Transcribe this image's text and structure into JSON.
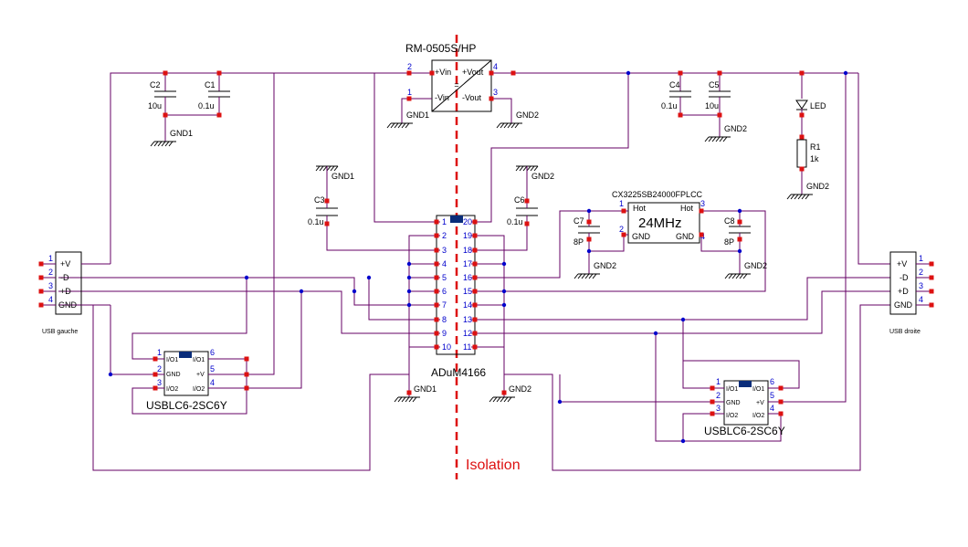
{
  "regulator": {
    "name": "RM-0505S/HP",
    "vin_p": "+Vin",
    "vin_n": "-Vin",
    "vout_p": "+Vout",
    "vout_n": "-Vout",
    "p1": "1",
    "p2": "2",
    "p3": "3",
    "p4": "4"
  },
  "isolator": {
    "name": "ADuM4166",
    "left_pins": [
      "1",
      "2",
      "3",
      "4",
      "5",
      "6",
      "7",
      "8",
      "9",
      "10"
    ],
    "right_pins": [
      "20",
      "19",
      "18",
      "17",
      "16",
      "15",
      "14",
      "13",
      "12",
      "11"
    ]
  },
  "isolation_label": "Isolation",
  "usb_left": {
    "label": "USB gauche",
    "pins": [
      "+V",
      "-D",
      "+D",
      "GND"
    ],
    "nums": [
      "1",
      "2",
      "3",
      "4"
    ]
  },
  "usb_right": {
    "label": "USB droite",
    "pins": [
      "+V",
      "-D",
      "+D",
      "GND"
    ],
    "nums": [
      "1",
      "2",
      "3",
      "4"
    ]
  },
  "tvs_left": {
    "name": "USBLC6-2SC6Y",
    "pins": [
      "I/O1",
      "GND",
      "I/O2",
      "I/O1",
      "+V",
      "I/O2"
    ],
    "nums": [
      "1",
      "2",
      "3",
      "6",
      "5",
      "4"
    ]
  },
  "tvs_right": {
    "name": "USBLC6-2SC6Y",
    "pins": [
      "I/O1",
      "GND",
      "I/O2",
      "I/O1",
      "+V",
      "I/O2"
    ],
    "nums": [
      "1",
      "2",
      "3",
      "6",
      "5",
      "4"
    ]
  },
  "caps": {
    "c1": {
      "ref": "C1",
      "val": "0.1u"
    },
    "c2": {
      "ref": "C2",
      "val": "10u"
    },
    "c3": {
      "ref": "C3",
      "val": "0.1u"
    },
    "c4": {
      "ref": "C4",
      "val": "0.1u"
    },
    "c5": {
      "ref": "C5",
      "val": "10u"
    },
    "c6": {
      "ref": "C6",
      "val": "0.1u"
    },
    "c7": {
      "ref": "C7",
      "val": "8P"
    },
    "c8": {
      "ref": "C8",
      "val": "8P"
    }
  },
  "crystal": {
    "name": "CX3225SB24000FPLCC",
    "freq": "24MHz",
    "hot1": "Hot",
    "hot2": "Hot",
    "gnd1": "GND",
    "gnd2": "GND",
    "p1": "1",
    "p2": "2",
    "p3": "3",
    "p4": "4"
  },
  "led": {
    "label": "LED"
  },
  "r1": {
    "ref": "R1",
    "val": "1k"
  },
  "grounds": {
    "gnd1": "GND1",
    "gnd2": "GND2"
  }
}
